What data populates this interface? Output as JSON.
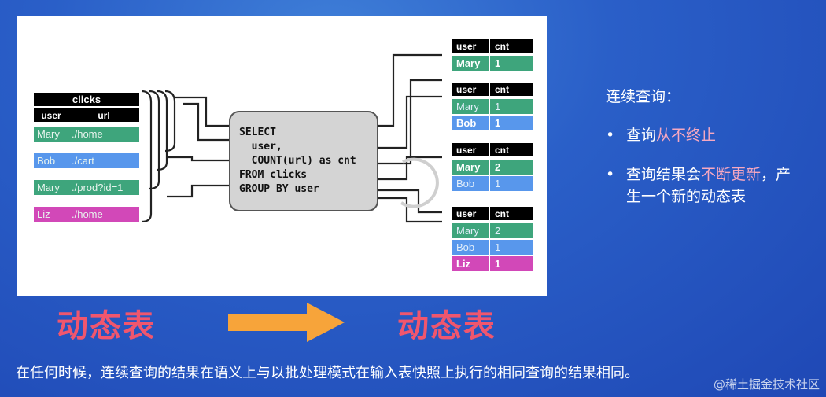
{
  "input_table": {
    "title": "clicks",
    "headers": [
      "user",
      "url"
    ],
    "rows": [
      {
        "user": "Mary",
        "url": "./home",
        "color": "#3ea57c"
      },
      {
        "user": "Bob",
        "url": "./cart",
        "color": "#5897ec"
      },
      {
        "user": "Mary",
        "url": "./prod?id=1",
        "color": "#3ea57c"
      },
      {
        "user": "Liz",
        "url": "./home",
        "color": "#d248b8"
      }
    ]
  },
  "query": {
    "lines": [
      "SELECT",
      "  user,",
      "  COUNT(url) as cnt",
      "FROM clicks",
      "GROUP BY user"
    ]
  },
  "result_tables": [
    {
      "headers": [
        "user",
        "cnt"
      ],
      "rows": [
        {
          "user": "Mary",
          "cnt": "1",
          "color": "#3ea57c",
          "updated": true
        }
      ]
    },
    {
      "headers": [
        "user",
        "cnt"
      ],
      "rows": [
        {
          "user": "Mary",
          "cnt": "1",
          "color": "#3ea57c",
          "updated": false
        },
        {
          "user": "Bob",
          "cnt": "1",
          "color": "#5897ec",
          "updated": true
        }
      ]
    },
    {
      "headers": [
        "user",
        "cnt"
      ],
      "rows": [
        {
          "user": "Mary",
          "cnt": "2",
          "color": "#3ea57c",
          "updated": true
        },
        {
          "user": "Bob",
          "cnt": "1",
          "color": "#5897ec",
          "updated": false
        }
      ]
    },
    {
      "headers": [
        "user",
        "cnt"
      ],
      "rows": [
        {
          "user": "Mary",
          "cnt": "2",
          "color": "#3ea57c",
          "updated": false
        },
        {
          "user": "Bob",
          "cnt": "1",
          "color": "#5897ec",
          "updated": false
        },
        {
          "user": "Liz",
          "cnt": "1",
          "color": "#d248b8",
          "updated": true
        }
      ]
    }
  ],
  "side_panel": {
    "title": "连续查询：",
    "bullet1_prefix": "查询",
    "bullet1_highlight": "从不终止",
    "bullet2_prefix": "查询结果会",
    "bullet2_highlight": "不断更新",
    "bullet2_suffix_line1": "，产",
    "bullet2_line2": "生一个新的动态表"
  },
  "labels": {
    "left_dynamic_table": "动态表",
    "right_dynamic_table": "动态表"
  },
  "footer": "在任何时候，连续查询的结果在语义上与以批处理模式在输入表快照上执行的相同查询的结果相同。",
  "watermark": "@稀土掘金技术社区",
  "colors": {
    "header_bg": "#000000",
    "query_box": "#d4d4d4",
    "label_red": "#f0566e",
    "arrow": "#f7a43a"
  }
}
